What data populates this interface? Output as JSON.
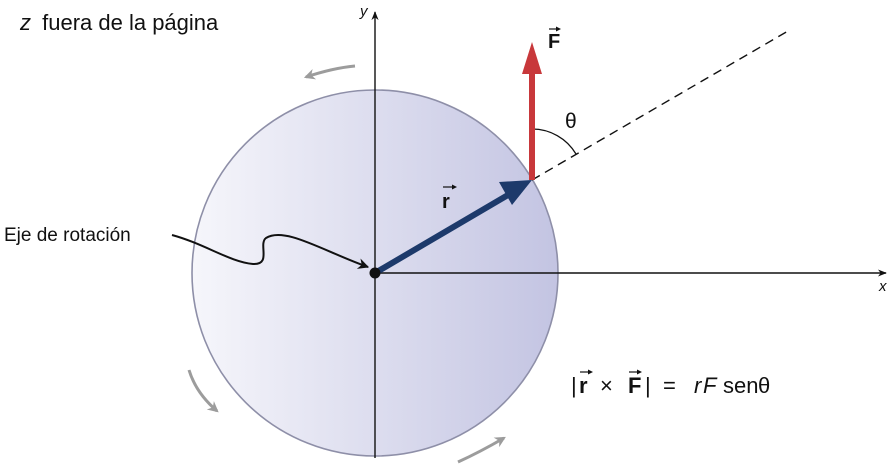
{
  "header": {
    "z_label": "z",
    "z_text": "fuera de la página"
  },
  "axes": {
    "x_label": "x",
    "y_label": "y"
  },
  "vectors": {
    "r_label": "r",
    "F_label": "F",
    "angle_label": "θ"
  },
  "callout": {
    "axis_label": "Eje de rotación"
  },
  "formula": {
    "bar_open": "|",
    "r": "r",
    "times": "×",
    "F": "F",
    "bar_close": "|",
    "equals": "=",
    "rF_r": "r",
    "rF_F": "F",
    "sen": "sen",
    "theta": "θ"
  },
  "colors": {
    "disk_light": "#f6f6fb",
    "disk_dark": "#c3c4e2",
    "disk_stroke": "#8e8fa8",
    "r_vector": "#1d3a6b",
    "F_vector": "#c8383b",
    "rotation_arrows": "#9c9c9c"
  }
}
